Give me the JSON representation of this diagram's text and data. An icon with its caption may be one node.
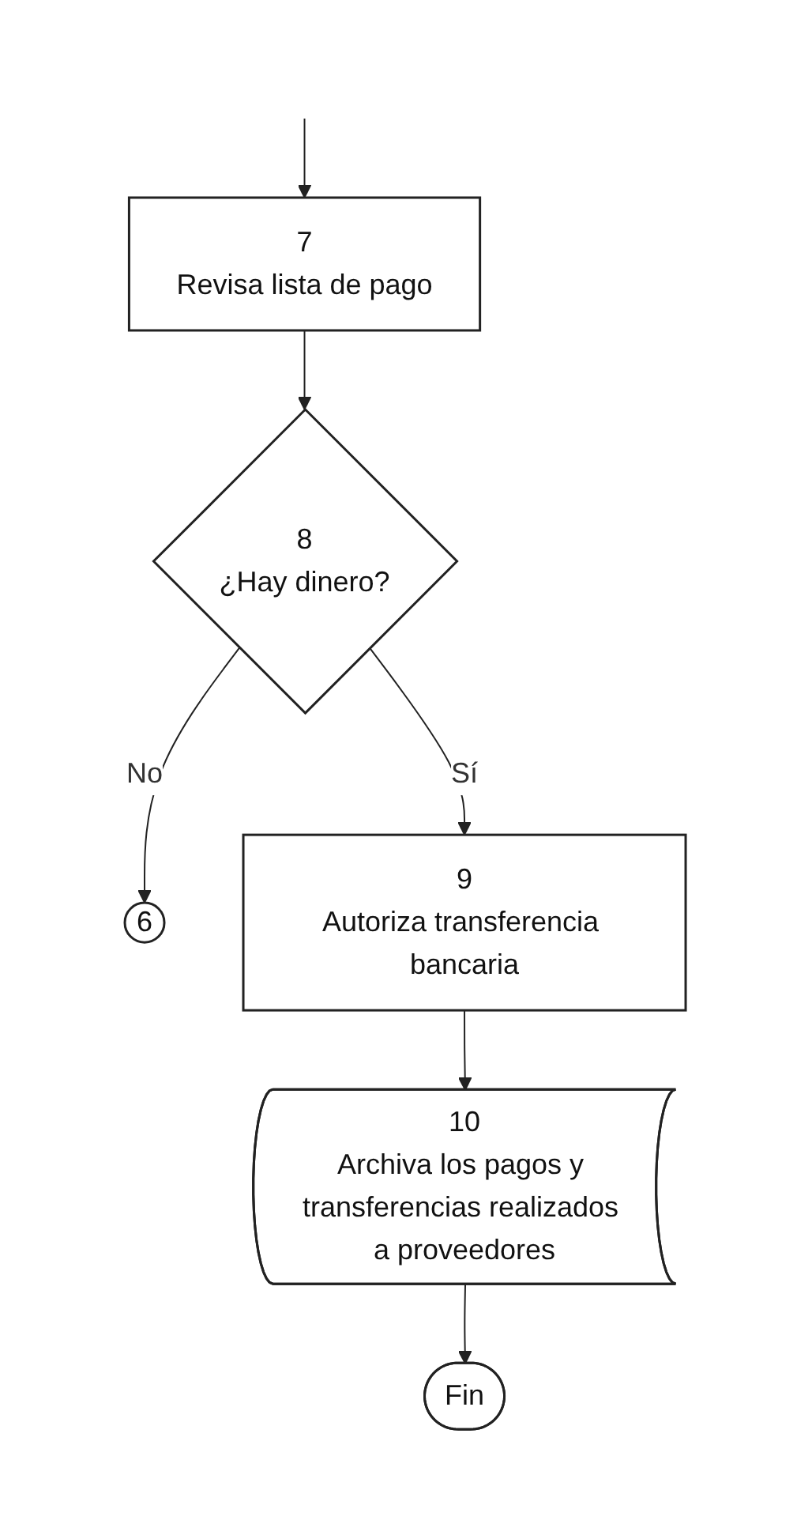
{
  "diagram": {
    "nodes": [
      {
        "text": [
          "7",
          "Revisa lista de pago"
        ]
      },
      {
        "text": [
          "8",
          "¿Hay dinero?"
        ]
      },
      {
        "text": [
          "6"
        ]
      },
      {
        "text": [
          "9",
          "Autoriza transferencia bancaria"
        ]
      },
      {
        "text": [
          "10",
          "Archiva los pagos y transferencias realizados a proveedores"
        ]
      },
      {
        "text": [
          "Fin"
        ]
      }
    ],
    "edges": [
      {
        "from": null,
        "to": 0,
        "arrow": "to"
      },
      {
        "from": 0,
        "to": 1,
        "arrow": "to"
      },
      {
        "from": 1,
        "to": 2,
        "arrow": "to",
        "label": "No"
      },
      {
        "from": 1,
        "to": 3,
        "arrow": "to",
        "label": "Sí"
      },
      {
        "from": 3,
        "to": 4,
        "arrow": "to"
      },
      {
        "from": 4,
        "to": 5,
        "arrow": "to"
      }
    ]
  }
}
